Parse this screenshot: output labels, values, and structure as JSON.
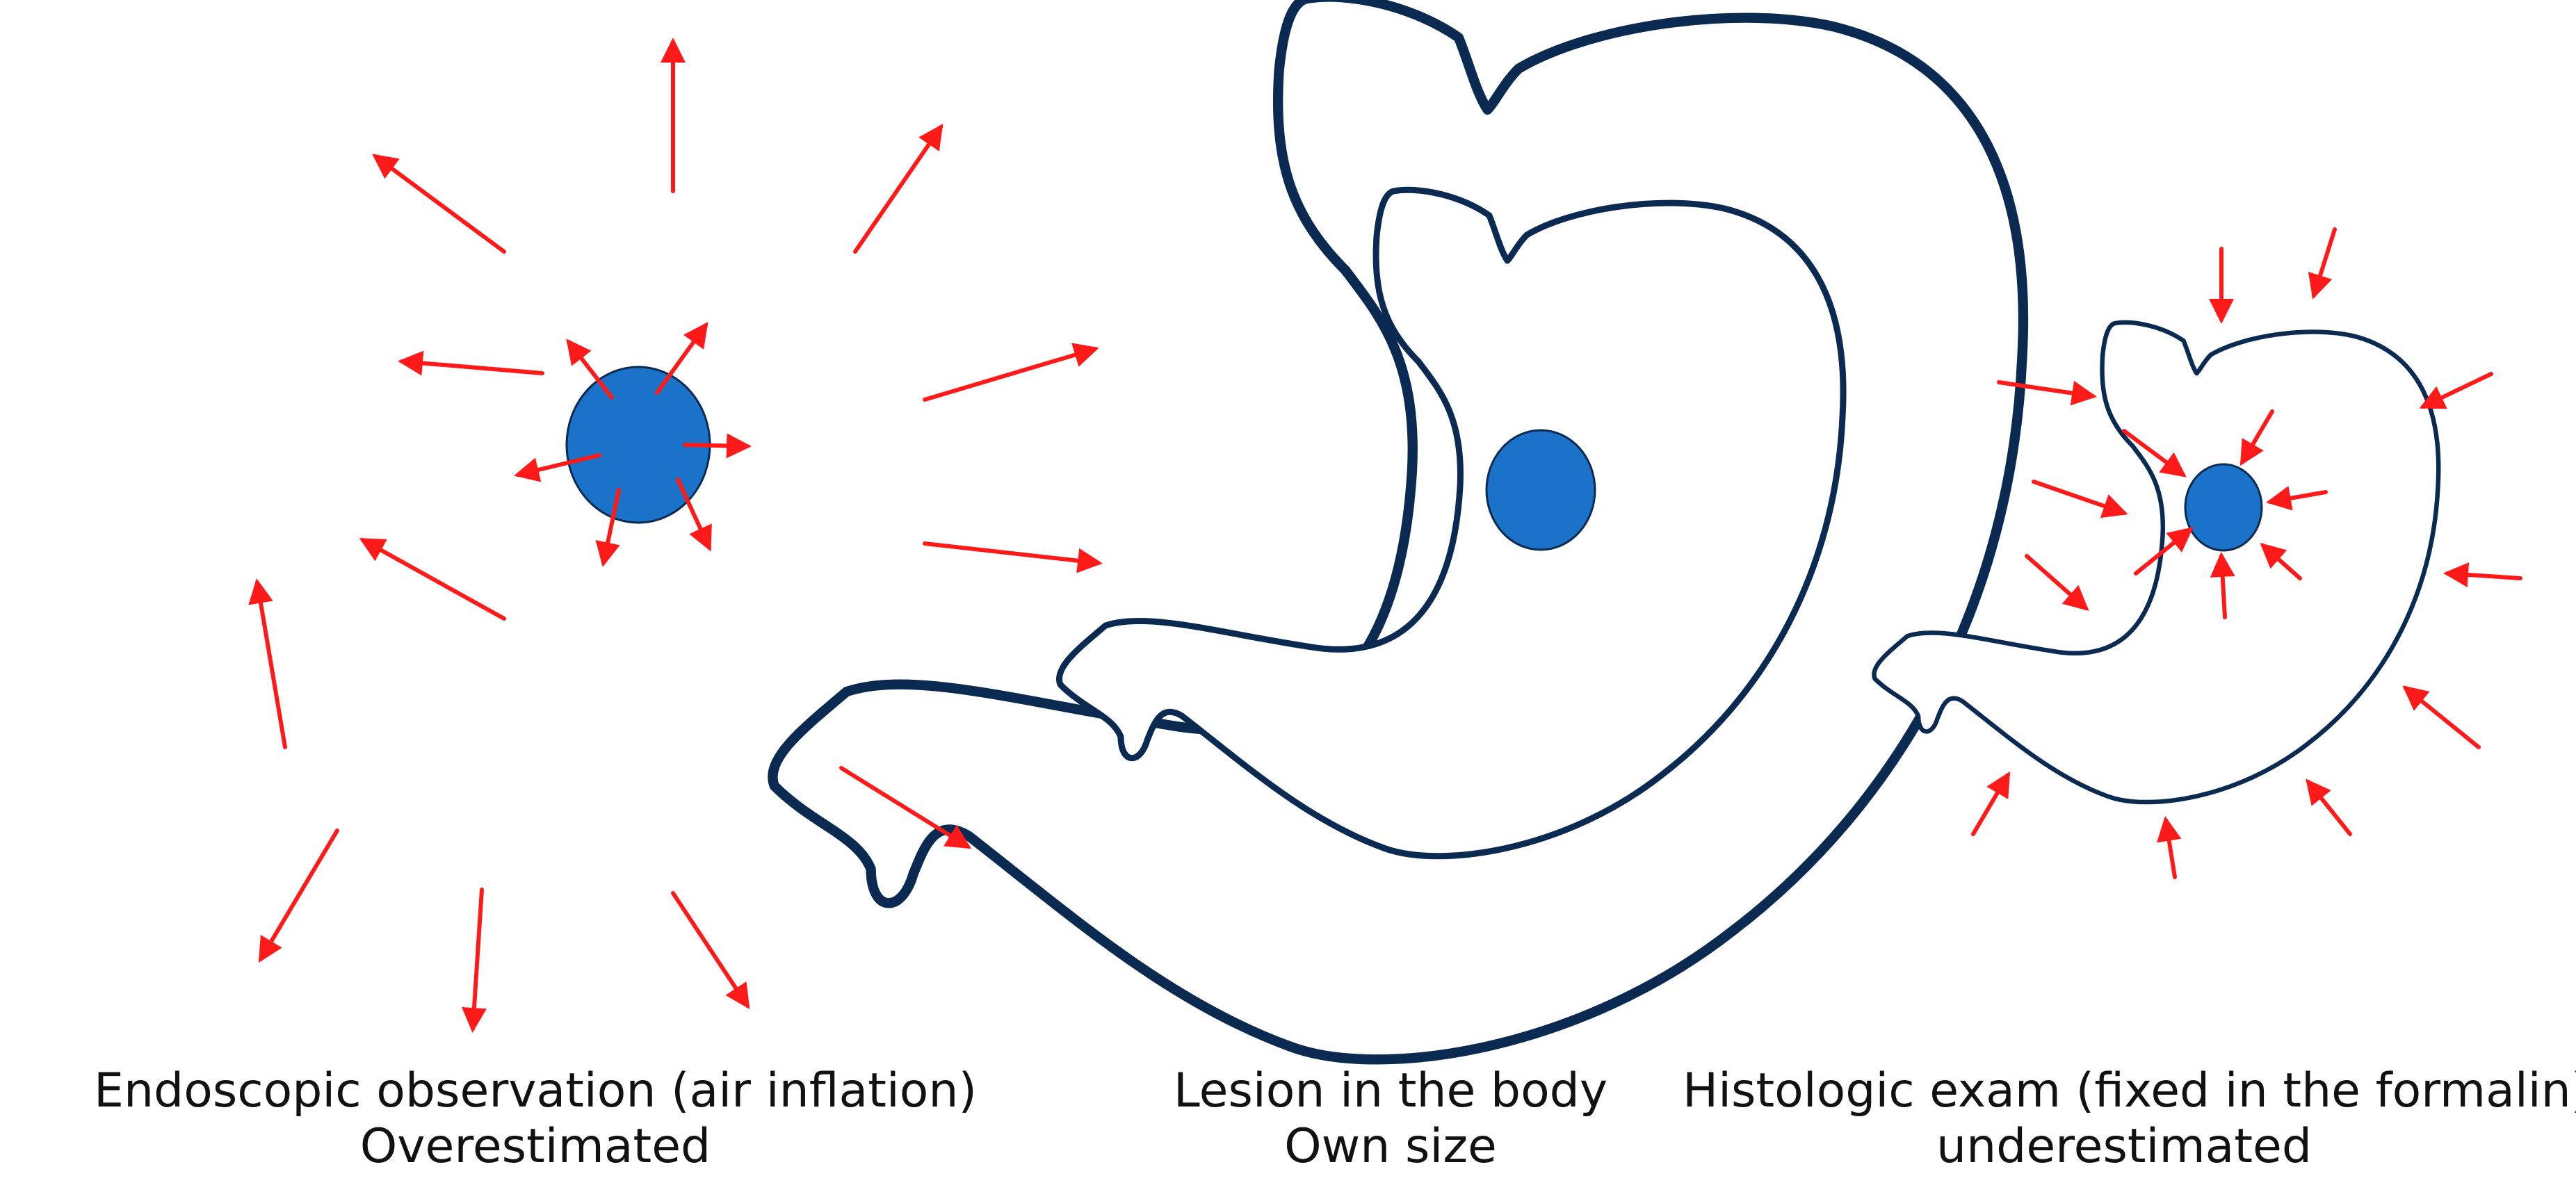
{
  "captions": {
    "endoscopic": {
      "line1": "Endoscopic observation (air inflation)",
      "line2": "Overestimated"
    },
    "body": {
      "line1": "Lesion in the body",
      "line2": "Own size"
    },
    "histologic": {
      "line1": "Histologic exam (fixed in the formalin)",
      "line2": "underestimated"
    }
  },
  "colors": {
    "outline": "#0b2a52",
    "lesion": "#1a73c8",
    "arrow": "#ff1a1a",
    "background": "#ffffff"
  }
}
